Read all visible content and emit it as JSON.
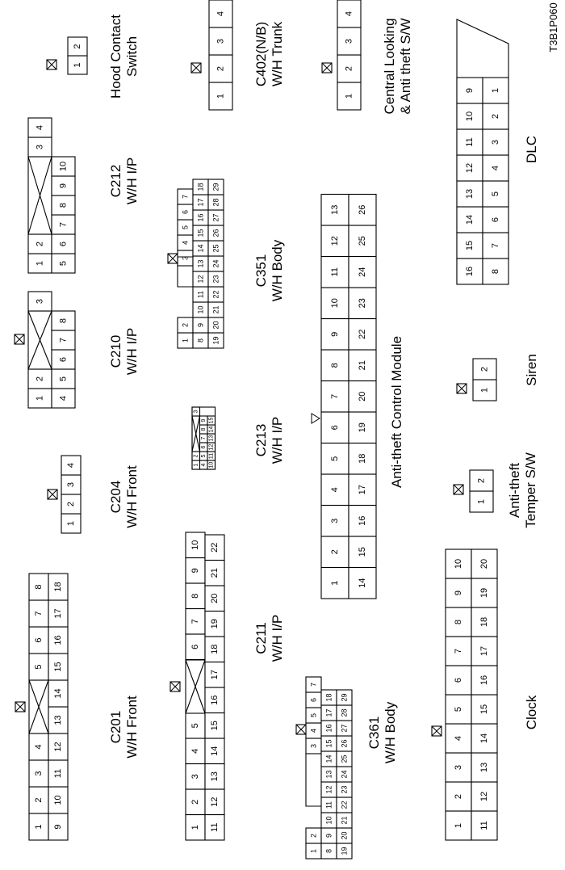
{
  "figure_id": "T3B1P060",
  "connectors": {
    "c201": {
      "name": "C201",
      "harness": "W/H Front",
      "rows": [
        [
          "1",
          "2",
          "3",
          "4",
          "",
          "5",
          "6",
          "7",
          "8"
        ],
        [
          "9",
          "10",
          "11",
          "12",
          "13",
          "14",
          "15",
          "16",
          "17",
          "18"
        ]
      ]
    },
    "c204": {
      "name": "C204",
      "harness": "W/H Front",
      "pins": [
        "1",
        "2",
        "3",
        "4"
      ]
    },
    "c210": {
      "name": "C210",
      "harness": "W/H I/P",
      "rows": [
        [
          "1",
          "2",
          "",
          "3"
        ],
        [
          "4",
          "5",
          "6",
          "7",
          "8"
        ]
      ]
    },
    "c212": {
      "name": "C212",
      "harness": "W/H I/P",
      "rows": [
        [
          "1",
          "2",
          "",
          "3",
          "4"
        ],
        [
          "5",
          "6",
          "7",
          "8",
          "9",
          "10"
        ]
      ]
    },
    "hood": {
      "name": "Hood Contact",
      "name2": "Switch",
      "pins": [
        "1",
        "2"
      ]
    },
    "c211": {
      "name": "C211",
      "harness": "W/H I/P",
      "rows": [
        [
          "1",
          "2",
          "3",
          "4",
          "5",
          "",
          "6",
          "7",
          "8",
          "9",
          "10"
        ],
        [
          "11",
          "12",
          "13",
          "14",
          "15",
          "16",
          "17",
          "18",
          "19",
          "20",
          "21",
          "22"
        ]
      ]
    },
    "c213": {
      "name": "C213",
      "harness": "W/H I/P",
      "rows": [
        [
          "1",
          "2",
          "",
          "3"
        ],
        [
          "4",
          "5",
          "6",
          "7",
          "8",
          "9"
        ],
        [
          "10",
          "11",
          "12",
          "13",
          "14",
          "15"
        ]
      ]
    },
    "c351": {
      "name": "C351",
      "harness": "W/H Body",
      "rows": [
        [
          "1",
          "2",
          "3",
          "4",
          "5",
          "6",
          "7"
        ],
        [
          "8",
          "9",
          "10",
          "11",
          "12",
          "13",
          "14",
          "15",
          "16",
          "17",
          "18"
        ],
        [
          "19",
          "20",
          "21",
          "22",
          "23",
          "24",
          "25",
          "26",
          "27",
          "28",
          "29"
        ]
      ]
    },
    "c361": {
      "name": "C361",
      "harness": "W/H Body",
      "rows": [
        [
          "1",
          "2",
          "3",
          "4",
          "5",
          "6",
          "7"
        ],
        [
          "8",
          "9",
          "10",
          "11",
          "12",
          "13",
          "14",
          "15",
          "16",
          "17",
          "18"
        ],
        [
          "19",
          "20",
          "21",
          "22",
          "23",
          "24",
          "25",
          "26",
          "27",
          "28",
          "29"
        ]
      ]
    },
    "c402": {
      "name": "C402(N/B)",
      "harness": "W/H Trunk",
      "pins": [
        "1",
        "2",
        "3",
        "4"
      ]
    },
    "central": {
      "name": "Central Looking",
      "name2": "& Anti theft S/W",
      "pins": [
        "1",
        "2",
        "3",
        "4"
      ]
    },
    "atcm": {
      "name": "Anti-theft Control Module",
      "rows": [
        [
          "1",
          "2",
          "3",
          "4",
          "5",
          "6",
          "7",
          "8",
          "9",
          "10",
          "11",
          "12",
          "13"
        ],
        [
          "14",
          "15",
          "16",
          "17",
          "18",
          "19",
          "20",
          "21",
          "22",
          "23",
          "24",
          "25",
          "26"
        ]
      ]
    },
    "dlc": {
      "name": "DLC",
      "rows": [
        [
          "16",
          "15",
          "14",
          "13",
          "12",
          "11",
          "10",
          "9"
        ],
        [
          "8",
          "7",
          "6",
          "5",
          "4",
          "3",
          "2",
          "1"
        ]
      ]
    },
    "siren": {
      "name": "Siren",
      "pins": [
        "1",
        "2"
      ]
    },
    "temper": {
      "name": "Anti-theft",
      "name2": "Temper S/W",
      "pins": [
        "1",
        "2"
      ]
    },
    "clock": {
      "name": "Clock",
      "rows": [
        [
          "1",
          "2",
          "3",
          "4",
          "5",
          "6",
          "7",
          "8",
          "9",
          "10"
        ],
        [
          "11",
          "12",
          "13",
          "14",
          "15",
          "16",
          "17",
          "18",
          "19",
          "20"
        ]
      ]
    }
  }
}
